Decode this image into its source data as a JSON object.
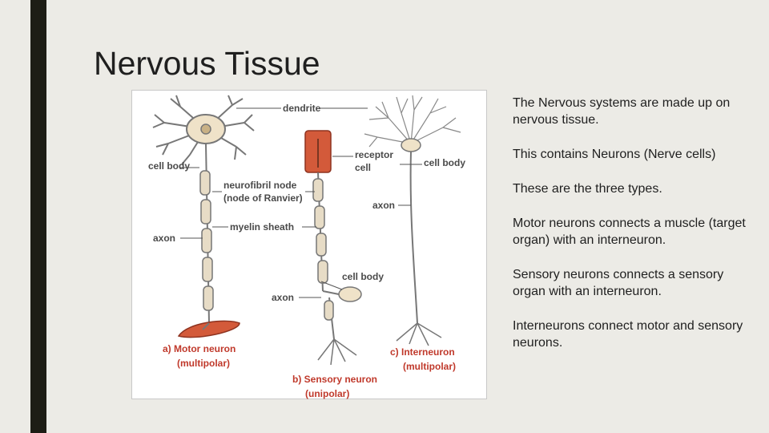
{
  "slide": {
    "title": "Nervous Tissue",
    "colors": {
      "background": "#ecebe6",
      "sidebar": "#1d1d15",
      "caption": "#c0392b",
      "muscle": "#d35a3a"
    },
    "paragraphs": [
      "The Nervous systems are made up on nervous tissue.",
      "This contains Neurons (Nerve cells)",
      "These are the three types.",
      "Motor neurons connects a muscle (target organ) with an interneuron.",
      "Sensory neurons connects a sensory organ with an interneuron.",
      "Interneurons connect motor and sensory neurons."
    ]
  },
  "figure": {
    "labels": {
      "dendrite": "dendrite",
      "cell_body_left": "cell body",
      "receptor1": "receptor",
      "receptor2": "cell",
      "cell_body_right": "cell body",
      "node1": "neurofibril node",
      "node2": "(node of Ranvier)",
      "axon_right": "axon",
      "myelin": "myelin sheath",
      "axon_left": "axon",
      "cell_body_mid": "cell body",
      "axon_mid": "axon"
    },
    "captions": {
      "motor": "a) Motor neuron",
      "motor_sub": "(multipolar)",
      "sensory": "b) Sensory neuron",
      "sensory_sub": "(unipolar)",
      "inter": "c) Interneuron",
      "inter_sub": "(multipolar)"
    }
  }
}
